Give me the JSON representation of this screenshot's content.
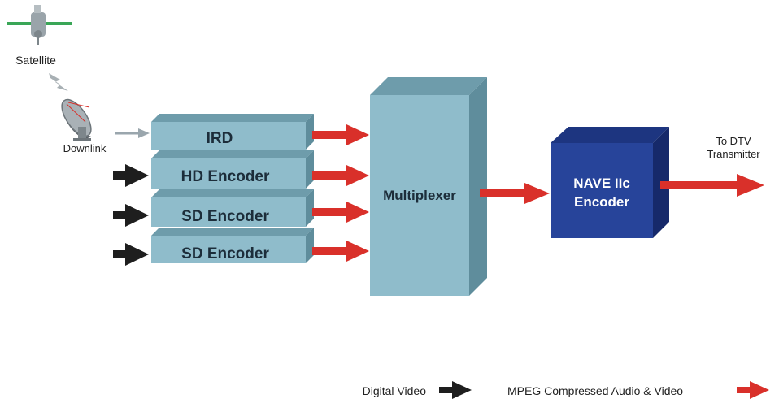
{
  "satellite": {
    "label": "Satellite",
    "icon": "satellite-icon"
  },
  "downlink": {
    "label": "Downlink",
    "icon": "satellite-dish-icon"
  },
  "sources": [
    {
      "label": "IRD",
      "input": "downlink"
    },
    {
      "label": "HD Encoder",
      "input": "digital-video"
    },
    {
      "label": "SD Encoder",
      "input": "digital-video"
    },
    {
      "label": "SD Encoder",
      "input": "digital-video"
    }
  ],
  "multiplexer": {
    "label": "Multiplexer"
  },
  "encoder": {
    "line1": "NAVE IIc",
    "line2": "Encoder"
  },
  "output": {
    "line1": "To DTV",
    "line2": "Transmitter"
  },
  "legend": {
    "digital_video": "Digital Video",
    "mpeg": "MPEG Compressed Audio & Video"
  },
  "colors": {
    "box_face": "#8fbccb",
    "box_top": "#6e9cab",
    "box_side": "#5f8d9c",
    "nave_face": "#27449a",
    "nave_top": "#1d3580",
    "nave_side": "#16296a",
    "red_arrow": "#d9302a",
    "black_arrow": "#1e1e1e",
    "grey_arrow": "#9aa6ad"
  }
}
